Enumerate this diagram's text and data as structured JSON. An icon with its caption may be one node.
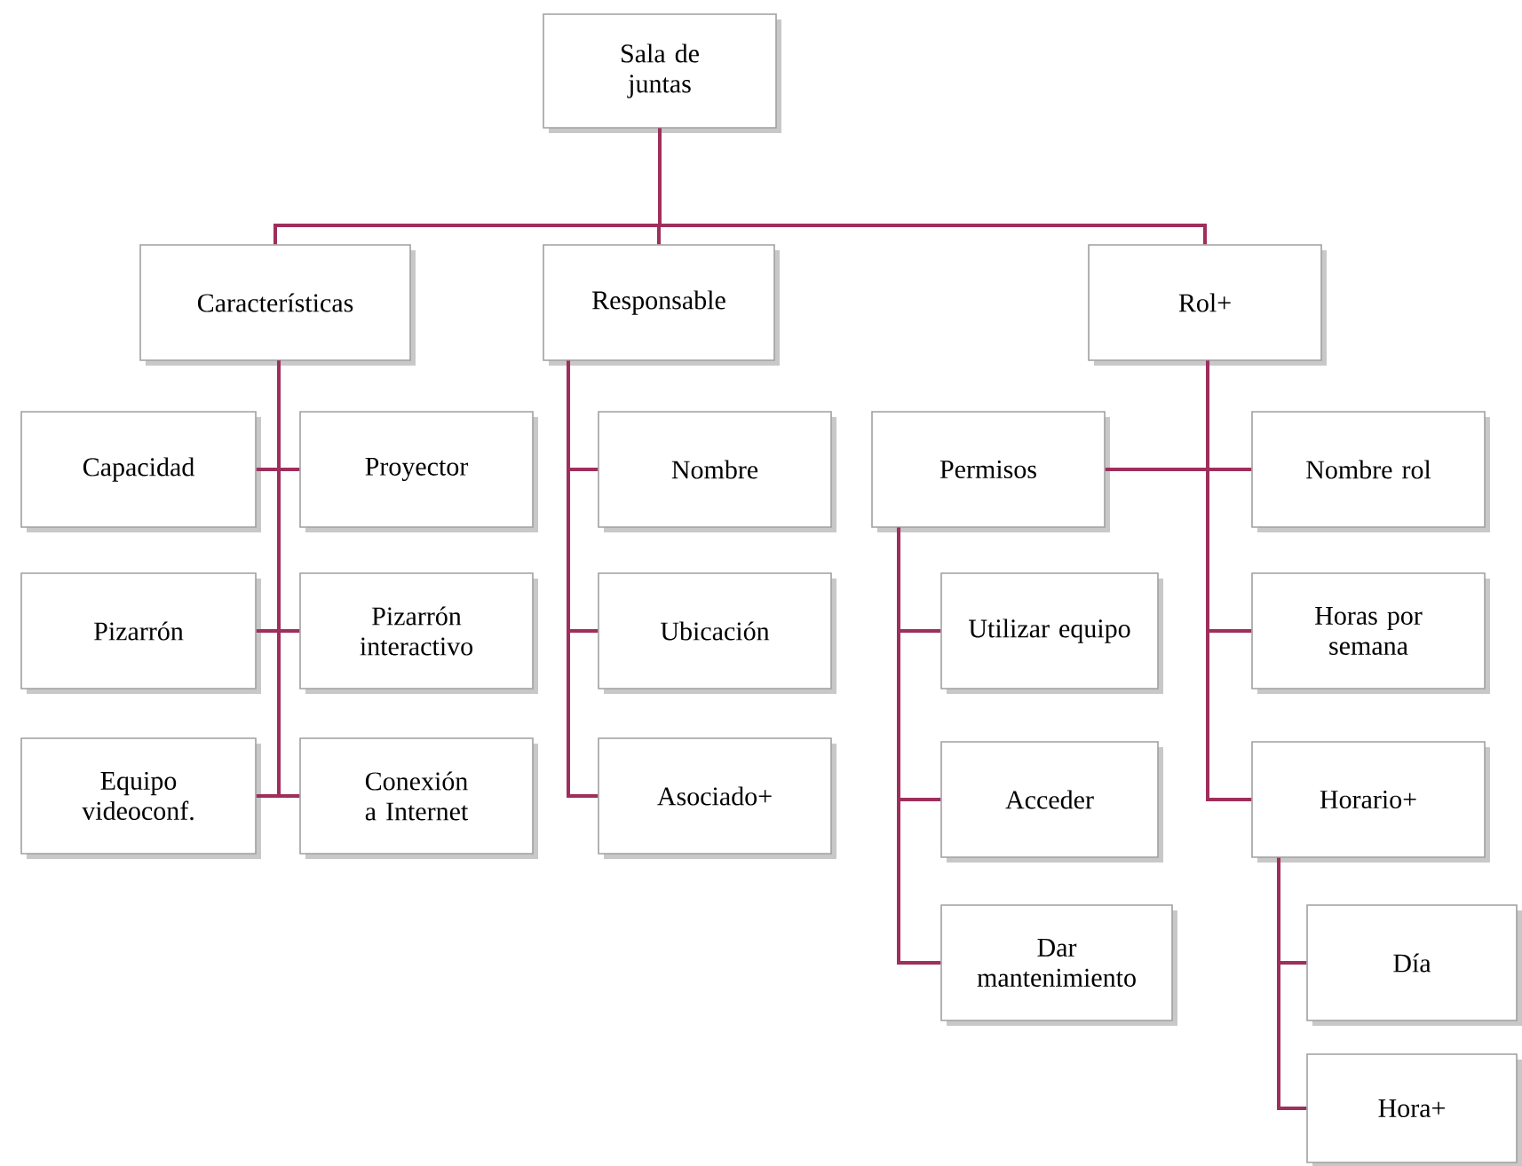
{
  "diagram": {
    "nodes": [
      {
        "text": [
          "Sala de juntas"
        ]
      },
      {
        "text": [
          "Características"
        ]
      },
      {
        "text": [
          "Responsable"
        ]
      },
      {
        "text": [
          "Rol+"
        ]
      },
      {
        "text": [
          "Capacidad"
        ]
      },
      {
        "text": [
          "Proyector"
        ]
      },
      {
        "text": [
          "Pizarrón"
        ]
      },
      {
        "text": [
          "Pizarrón interactivo"
        ]
      },
      {
        "text": [
          "Equipo videoconf."
        ]
      },
      {
        "text": [
          "Conexión a Internet"
        ]
      },
      {
        "text": [
          "Nombre"
        ]
      },
      {
        "text": [
          "Ubicación"
        ]
      },
      {
        "text": [
          "Asociado+"
        ]
      },
      {
        "text": [
          "Permisos"
        ]
      },
      {
        "text": [
          "Nombre rol"
        ]
      },
      {
        "text": [
          "Utilizar equipo"
        ]
      },
      {
        "text": [
          "Horas por semana"
        ]
      },
      {
        "text": [
          "Acceder"
        ]
      },
      {
        "text": [
          "Horario+"
        ]
      },
      {
        "text": [
          "Dar mantenimiento"
        ]
      },
      {
        "text": [
          "Día"
        ]
      },
      {
        "text": [
          "Hora+"
        ]
      }
    ],
    "edges": [
      {
        "from": 0,
        "to": 1,
        "arrow": "none"
      },
      {
        "from": 0,
        "to": 2,
        "arrow": "none"
      },
      {
        "from": 0,
        "to": 3,
        "arrow": "none"
      },
      {
        "from": 1,
        "to": 4,
        "arrow": "none"
      },
      {
        "from": 1,
        "to": 5,
        "arrow": "none"
      },
      {
        "from": 1,
        "to": 6,
        "arrow": "none"
      },
      {
        "from": 1,
        "to": 7,
        "arrow": "none"
      },
      {
        "from": 1,
        "to": 8,
        "arrow": "none"
      },
      {
        "from": 1,
        "to": 9,
        "arrow": "none"
      },
      {
        "from": 2,
        "to": 10,
        "arrow": "none"
      },
      {
        "from": 2,
        "to": 11,
        "arrow": "none"
      },
      {
        "from": 2,
        "to": 12,
        "arrow": "none"
      },
      {
        "from": 3,
        "to": 13,
        "arrow": "none"
      },
      {
        "from": 3,
        "to": 14,
        "arrow": "none"
      },
      {
        "from": 3,
        "to": 16,
        "arrow": "none"
      },
      {
        "from": 3,
        "to": 18,
        "arrow": "none"
      },
      {
        "from": 13,
        "to": 15,
        "arrow": "none"
      },
      {
        "from": 13,
        "to": 17,
        "arrow": "none"
      },
      {
        "from": 13,
        "to": 19,
        "arrow": "none"
      },
      {
        "from": 18,
        "to": 20,
        "arrow": "none"
      },
      {
        "from": 18,
        "to": 21,
        "arrow": "none"
      }
    ]
  }
}
